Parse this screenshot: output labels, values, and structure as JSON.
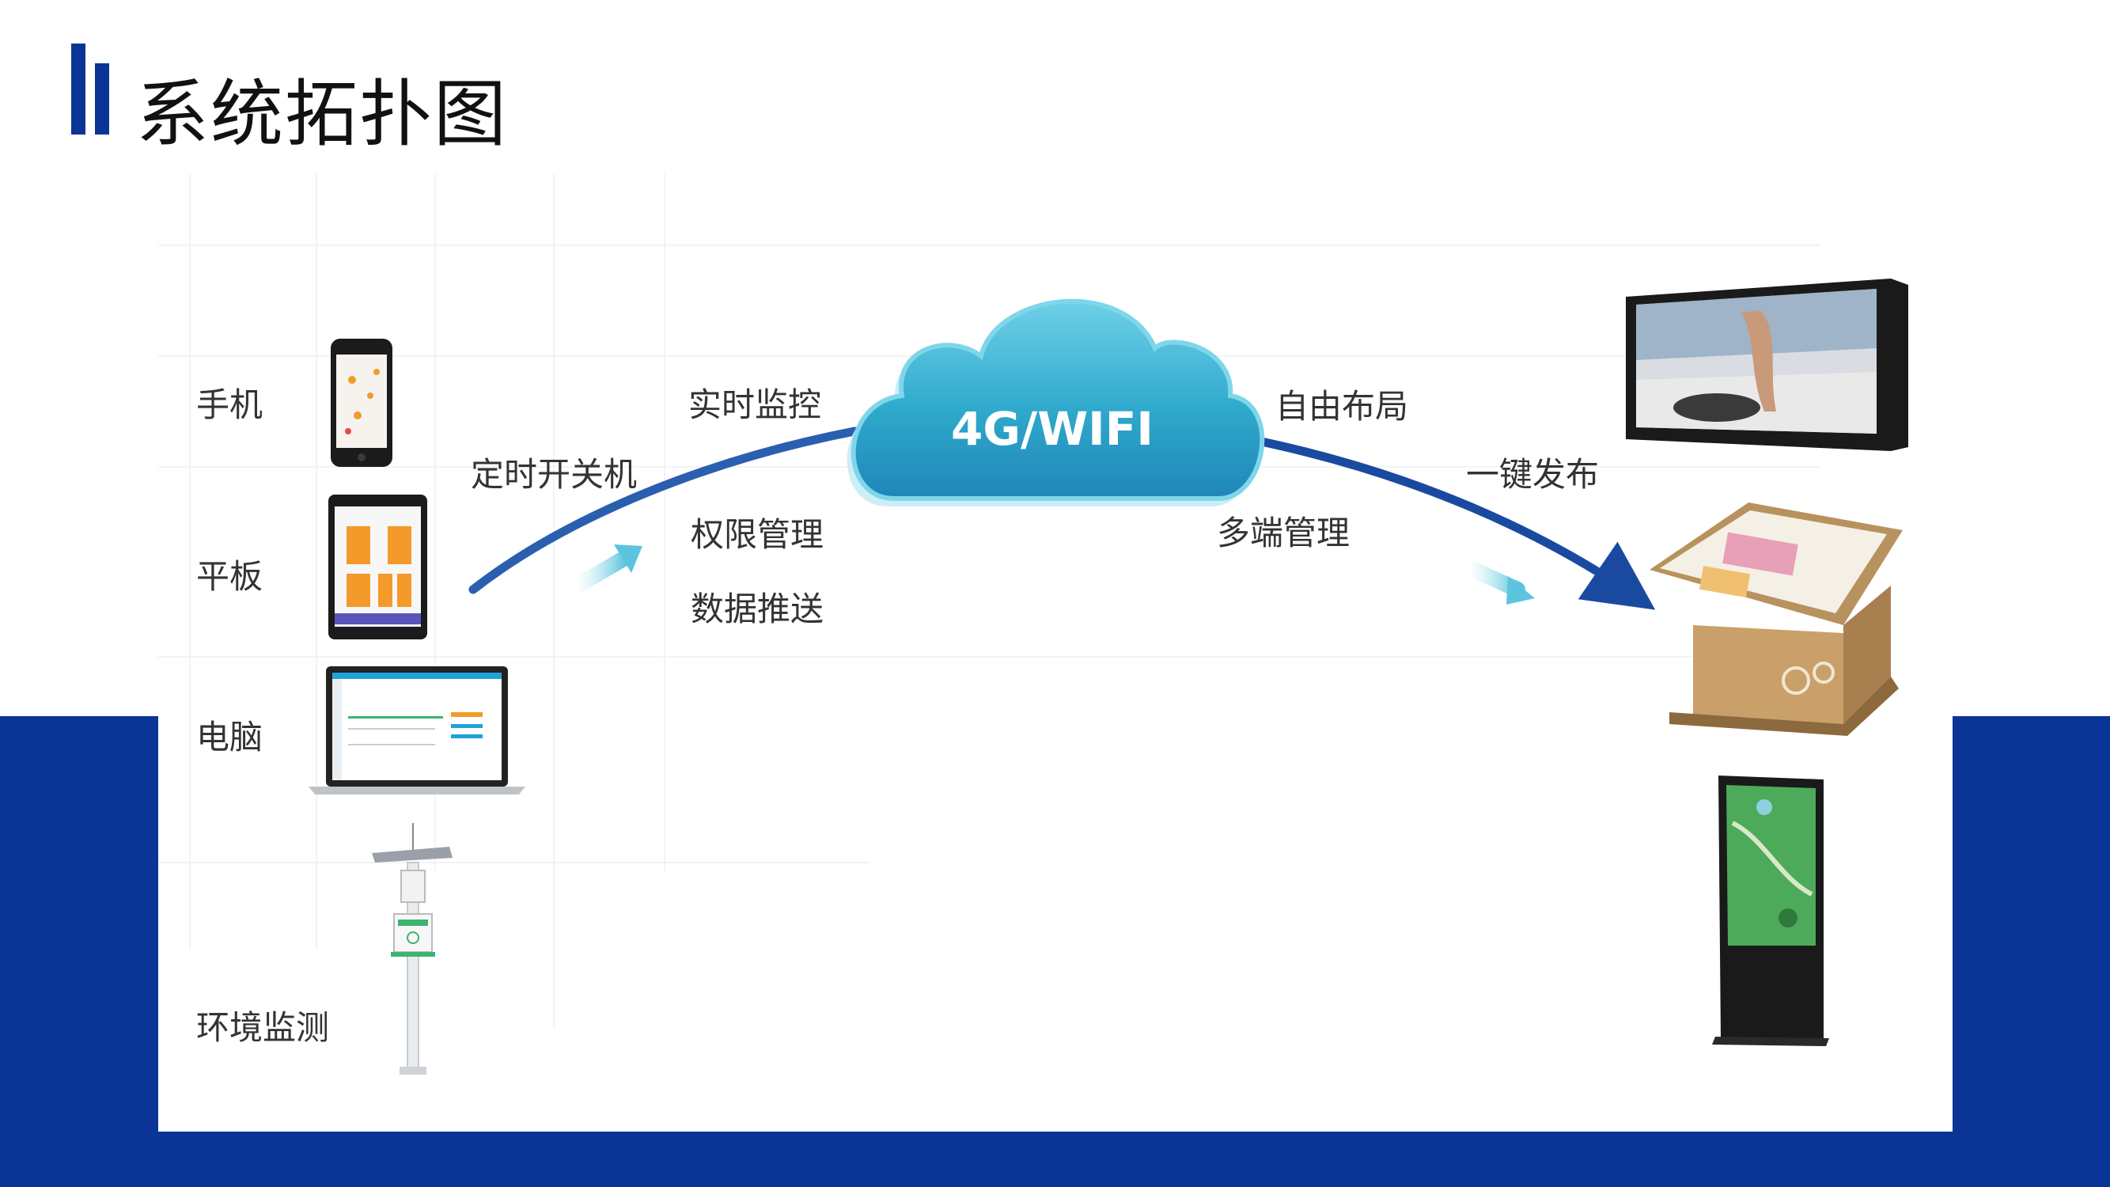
{
  "title": "系统拓扑图",
  "colors": {
    "accent": "#0a3596",
    "arrow": "#2a5fb0",
    "cloud": "#3bb4d6"
  },
  "devices_left": [
    {
      "label": "手机",
      "icon": "smartphone-icon"
    },
    {
      "label": "平板",
      "icon": "tablet-icon"
    },
    {
      "label": "电脑",
      "icon": "laptop-icon"
    },
    {
      "label": "环境监测",
      "icon": "weather-station-icon"
    }
  ],
  "features_left": [
    "实时监控",
    "定时开关机",
    "权限管理",
    "数据推送"
  ],
  "cloud_label": "4G/WIFI",
  "features_right": [
    "自由布局",
    "一键发布",
    "多端管理"
  ],
  "devices_right": [
    {
      "icon": "wall-display-icon"
    },
    {
      "icon": "touch-kiosk-icon"
    },
    {
      "icon": "vertical-signage-icon"
    }
  ]
}
